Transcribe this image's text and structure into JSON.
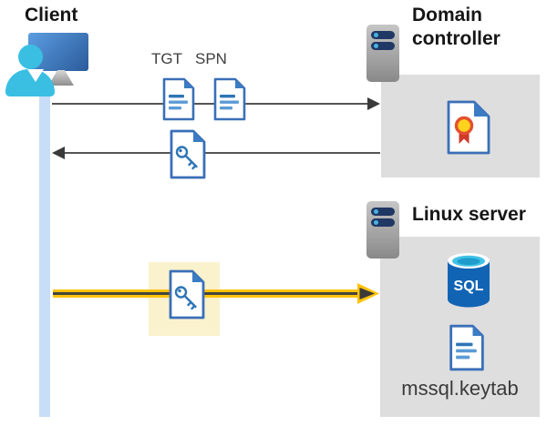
{
  "client": {
    "title": "Client"
  },
  "domain_controller": {
    "title": "Domain controller"
  },
  "linux_server": {
    "title": "Linux server",
    "sql_label": "SQL",
    "keytab_label": "mssql.keytab"
  },
  "tickets": {
    "tgt": "TGT",
    "spn": "SPN"
  },
  "icons": {
    "client": "client-computer-user-icon",
    "domain_controller": "server-icon",
    "linux_server": "server-icon",
    "tgt": "document-icon",
    "spn": "document-icon",
    "service_ticket": "key-document-icon",
    "certificate": "certificate-icon",
    "sql": "sql-database-icon",
    "keytab": "document-icon"
  },
  "colors": {
    "doc_border_blue": "#3A6FB8",
    "doc_fold_blue": "#3B7CC4",
    "doc_line_dark": "#2E75B6",
    "doc_line_light": "#5B9BD5",
    "box_gray": "#DEDEDE",
    "highlight_yellow": "#FAF2CD",
    "arrow_yellow": "#FFC30B",
    "arrow_gray": "#555555",
    "client_timeline_blue": "#C7DDF8",
    "server_slot_navy": "#203864",
    "server_dot_cyan": "#47B3E2",
    "sql_body_blue": "#1164B4",
    "sql_top_cyan": "#41C2E6",
    "cert_gold": "#FFD21C",
    "cert_red": "#CF3A2A",
    "monitor_blue": "#2A5B9B",
    "person_cyan": "#3ABFE3",
    "heading_text": "#161616",
    "label_text": "#3F3F3F"
  }
}
